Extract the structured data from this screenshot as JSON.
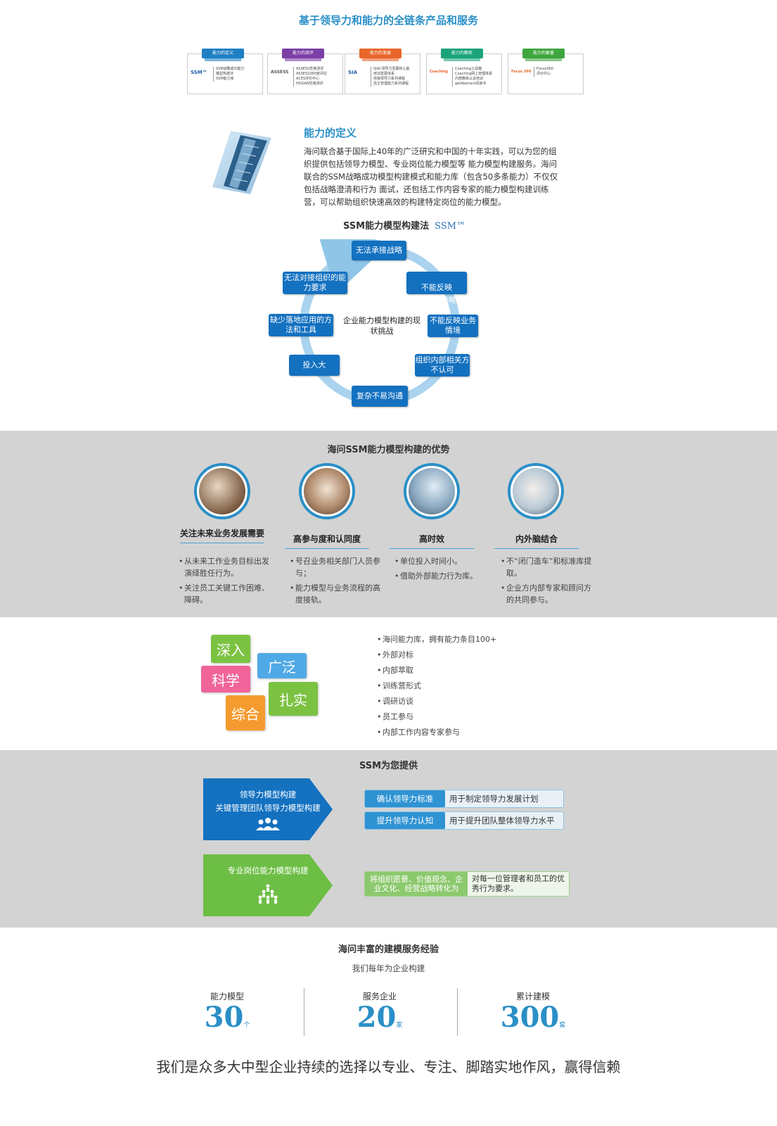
{
  "header": {
    "title": "基于领导力和能力的全链条产品和服务",
    "cards": [
      {
        "tab": "能力的定义",
        "color": "#1f7fc4",
        "logo": "SSM™",
        "lines": [
          "SSM战略成功能力",
          "模型构建法",
          "SSM能力库"
        ]
      },
      {
        "tab": "能力的测评",
        "color": "#7b3fa6",
        "logo": "ASSESS",
        "lines": [
          "ASSESS性格测评",
          "ASSESS360度评估",
          "ACES评价中心",
          "HOGAN性格测评"
        ]
      },
      {
        "tab": "能力的发展",
        "color": "#e8662a",
        "logo": "SIA",
        "lines": [
          "SIAC领导力发展核心能",
          "培训发展体系",
          "自我领导力系列课程",
          "自主管理能力系列课程"
        ]
      },
      {
        "tab": "能力的教练",
        "color": "#1aa37a",
        "logo": "Coaching",
        "lines": [
          "Coaching工具箱",
          "Coaching网上管理体系",
          "内部教练认证培训",
          "getAbstract阅读书"
        ]
      },
      {
        "tab": "能力的衡量",
        "color": "#3ea63e",
        "logo": "Focus 360",
        "lines": [
          "Focus360",
          "评价中心"
        ]
      }
    ]
  },
  "definition": {
    "title": "能力的定义",
    "body": "海问联合基于国际上40年的广泛研究和中国的十年实践，可以为您的组织提供包括领导力模型、专业岗位能力模型等 能力模型构建服务。海问联合的SSM战略成功模型构建模式和能力库（包含50多条能力）不仅仅包括战略澄清和行为 面试，还包括工作内容专家的能力模型构建训练营，可以帮助组织快速高效的构建特定岗位的能力模型。"
  },
  "cycle": {
    "title": "SSM能力模型构建法",
    "logo": "SSM™",
    "center": "企业能力模型构建的现状挑战",
    "nodes": {
      "top": "无法承接战略",
      "right_top": "不能反映",
      "right_top_sub": "战略",
      "right_mid": "不能反映业务情境",
      "right_bottom": "组织内部相关方不认可",
      "bottom": "复杂不易沟通",
      "left_bottom": "投入大",
      "left_mid": "缺少落地应用的方法和工具",
      "left_top": "无法对接组织的能力要求"
    }
  },
  "advantages": {
    "title": "海问SSM能力模型构建的优势",
    "items": [
      {
        "name": "关注未来业务发展需要",
        "points": [
          "从未来工作业务目标出发演绎胜任行为。",
          "关注员工关键工作困难、障碍。"
        ]
      },
      {
        "name": "高参与度和认同度",
        "points": [
          "号召业务相关部门人员参与；",
          "能力模型与业务流程的高度接轨。"
        ]
      },
      {
        "name": "高时效",
        "points": [
          "单位投入时间小。",
          "借助外部能力行为库。"
        ]
      },
      {
        "name": "内外脑结合",
        "points": [
          "不“闭门造车”和标准库提取。",
          "企业方内部专家和顾问方的共同参与。"
        ]
      }
    ]
  },
  "features": {
    "words": {
      "deep": "深入",
      "wide": "广泛",
      "science": "科学",
      "solid": "扎实",
      "comprehensive": "综合"
    },
    "colors": {
      "deep": "#7cc242",
      "wide": "#4fa9e6",
      "science": "#f0649a",
      "solid": "#7cc242",
      "comprehensive": "#f59a2e"
    },
    "list": [
      "海问能力库，拥有能力条目100+",
      "外部对标",
      "内部萃取",
      "训练营形式",
      "调研访谈",
      "员工参与",
      "内部工作内容专家参与"
    ]
  },
  "provides": {
    "title": "SSM为您提供",
    "leadership": {
      "line1": "领导力模型构建",
      "line2": "关键管理团队领导力模型构建",
      "icon": "team-icon",
      "color": "#1371c0",
      "rows": [
        {
          "label": "确认领导力标准",
          "text": "用于制定领导力发展计划"
        },
        {
          "label": "提升领导力认知",
          "text": "用于提升团队整体领导力水平"
        }
      ]
    },
    "professional": {
      "line1": "专业岗位能力模型构建",
      "icon": "group-icon",
      "color": "#6dbe45",
      "row": {
        "label": "将组织愿景、价值观念、企业文化、经营战略转化为",
        "text": "对每一位管理者和员工的优秀行为要求。"
      }
    }
  },
  "experience": {
    "title": "海问丰富的建模服务经验",
    "subtitle": "我们每年为企业构建",
    "stats": [
      {
        "label": "能力模型",
        "value": "30",
        "unit": "个"
      },
      {
        "label": "服务企业",
        "value": "20",
        "unit": "家"
      },
      {
        "label": "累计建模",
        "value": "300",
        "unit": "套"
      }
    ],
    "footer": "我们是众多大中型企业持续的选择以专业、专注、脚踏实地作风，赢得信赖"
  }
}
